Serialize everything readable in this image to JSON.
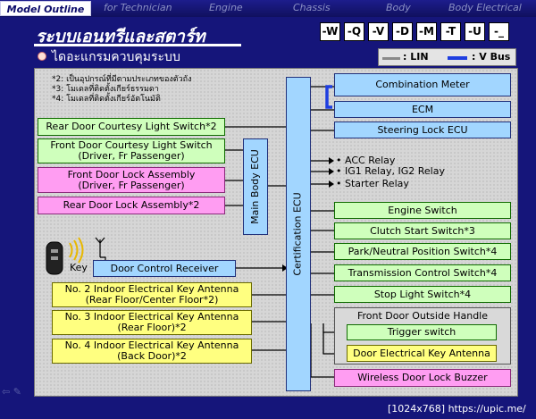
{
  "tabs": [
    {
      "label": "Model Outline",
      "active": true
    },
    {
      "label": "for Technician"
    },
    {
      "label": "Engine"
    },
    {
      "label": "Chassis"
    },
    {
      "label": "Body"
    },
    {
      "label": "Body Electrical"
    }
  ],
  "title": "ระบบเอนทรีและสตาร์ท",
  "section_buttons": [
    "-W",
    "-Q",
    "-V",
    "-D",
    "-M",
    "-T",
    "-U",
    "-_"
  ],
  "subheading": "ไดอะแกรมควบคุมระบบ",
  "legend": {
    "lin": ": LIN",
    "vbus": ": V Bus",
    "lin_color": "#8a8a8a",
    "vbus_color": "#1e3ee0"
  },
  "notes": [
    "*2: เป็นอุปกรณ์ที่มีตามประเภทของตัวถัง",
    "*3: โมเดลที่ติดตั้งเกียร์ธรรมดา",
    "*4: โมเดลที่ติดตั้งเกียร์อัตโนมัติ"
  ],
  "left_boxes": {
    "rear_door_courtesy": "Rear Door Courtesy Light Switch*2",
    "front_door_courtesy_l1": "Front Door Courtesy Light Switch",
    "front_door_courtesy_l2": "(Driver, Fr Passenger)",
    "front_door_lock_l1": "Front Door Lock Assembly",
    "front_door_lock_l2": "(Driver, Fr Passenger)",
    "rear_door_lock": "Rear Door Lock Assembly*2"
  },
  "ecus": {
    "main_body": "Main Body ECU",
    "certification": "Certification ECU"
  },
  "top_right": {
    "combination_meter": "Combination Meter",
    "ecm": "ECM",
    "steering_lock": "Steering Lock ECU"
  },
  "relays": [
    "ACC Relay",
    "IG1 Relay, IG2 Relay",
    "Starter Relay"
  ],
  "right_switches": [
    "Engine Switch",
    "Clutch Start Switch*3",
    "Park/Neutral Position Switch*4",
    "Transmission Control Switch*4",
    "Stop Light Switch*4"
  ],
  "door_handle": {
    "title": "Front Door Outside Handle",
    "trigger": "Trigger switch",
    "antenna": "Door Electrical Key Antenna"
  },
  "buzzer": "Wireless Door Lock Buzzer",
  "key": {
    "label": "Key",
    "receiver": "Door Control Receiver"
  },
  "antennas": [
    {
      "l1": "No. 2 Indoor Electrical Key Antenna",
      "l2": "(Rear Floor/Center Floor*2)"
    },
    {
      "l1": "No. 3 Indoor Electrical Key Antenna",
      "l2": "(Rear Floor)*2"
    },
    {
      "l1": "No. 4 Indoor Electrical Key Antenna",
      "l2": "(Back Door)*2"
    }
  ],
  "footer": "[1024x768] https://upic.me/"
}
